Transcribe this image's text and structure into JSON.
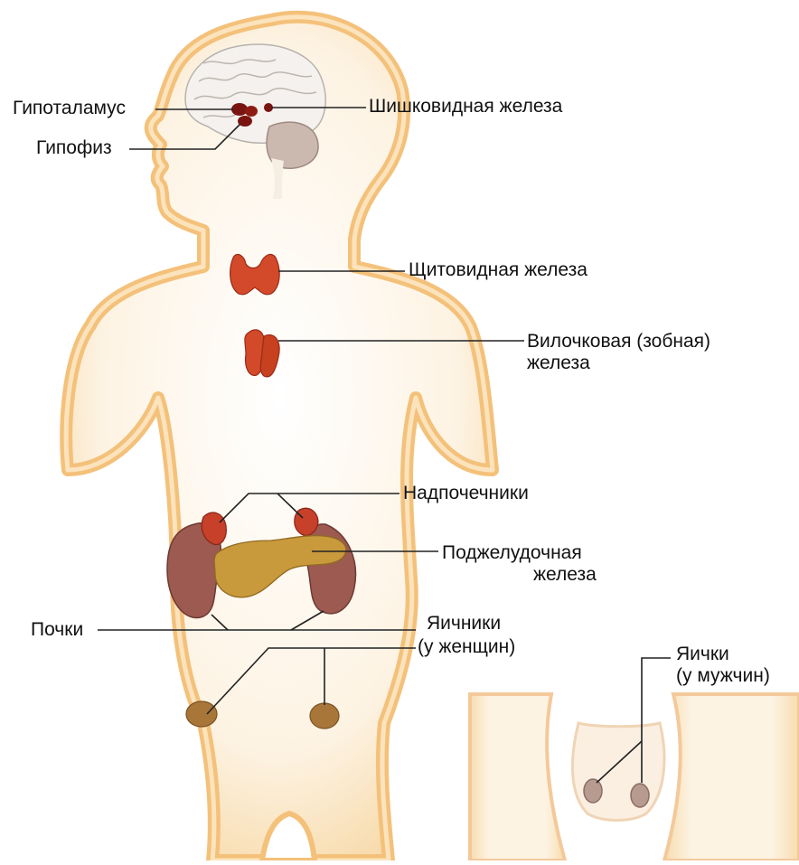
{
  "labels": {
    "hypothalamus": "Гипоталамус",
    "pituitary": "Гипофиз",
    "pineal": "Шишковидная железа",
    "thyroid": "Щитовидная железа",
    "thymus_line1": "Вилочковая (зобная)",
    "thymus_line2": "железа",
    "adrenals": "Надпочечники",
    "pancreas_line1": "Поджелудочная",
    "pancreas_line2": "железа",
    "kidneys": "Почки",
    "ovaries_line1": "Яичники",
    "ovaries_line2": "(у женщин)",
    "testes_line1": "Яички",
    "testes_line2": "(у мужчин)"
  },
  "colors": {
    "skin_outline": "#f6c98a",
    "skin_fill": "#fdf3e2",
    "gland_red": "#b3301d",
    "gland_dark": "#7a1410",
    "kidney": "#9c5a50",
    "pancreas": "#c89a3a",
    "ovary": "#a9763a",
    "line": "#222222",
    "text": "#111111"
  }
}
